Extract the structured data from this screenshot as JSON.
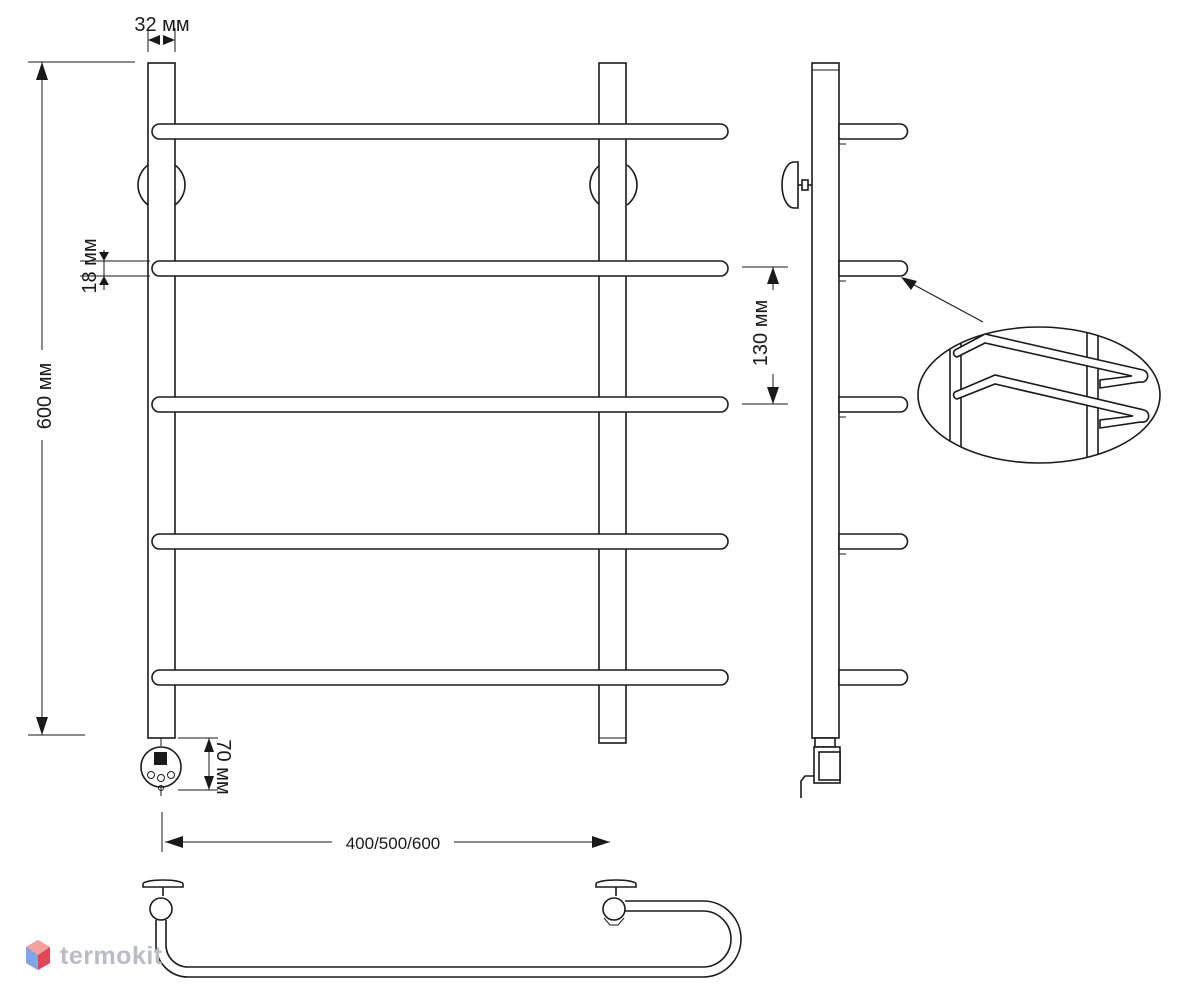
{
  "dimensions": {
    "pipe_diameter": "32 мм",
    "rung_diameter": "18 мм",
    "height": "600 мм",
    "rung_spacing": "130 мм",
    "heater_height": "70 мм",
    "width_options": "400/500/600"
  },
  "brand": {
    "name": "termokit",
    "icon": "hexagon-cube-logo"
  }
}
